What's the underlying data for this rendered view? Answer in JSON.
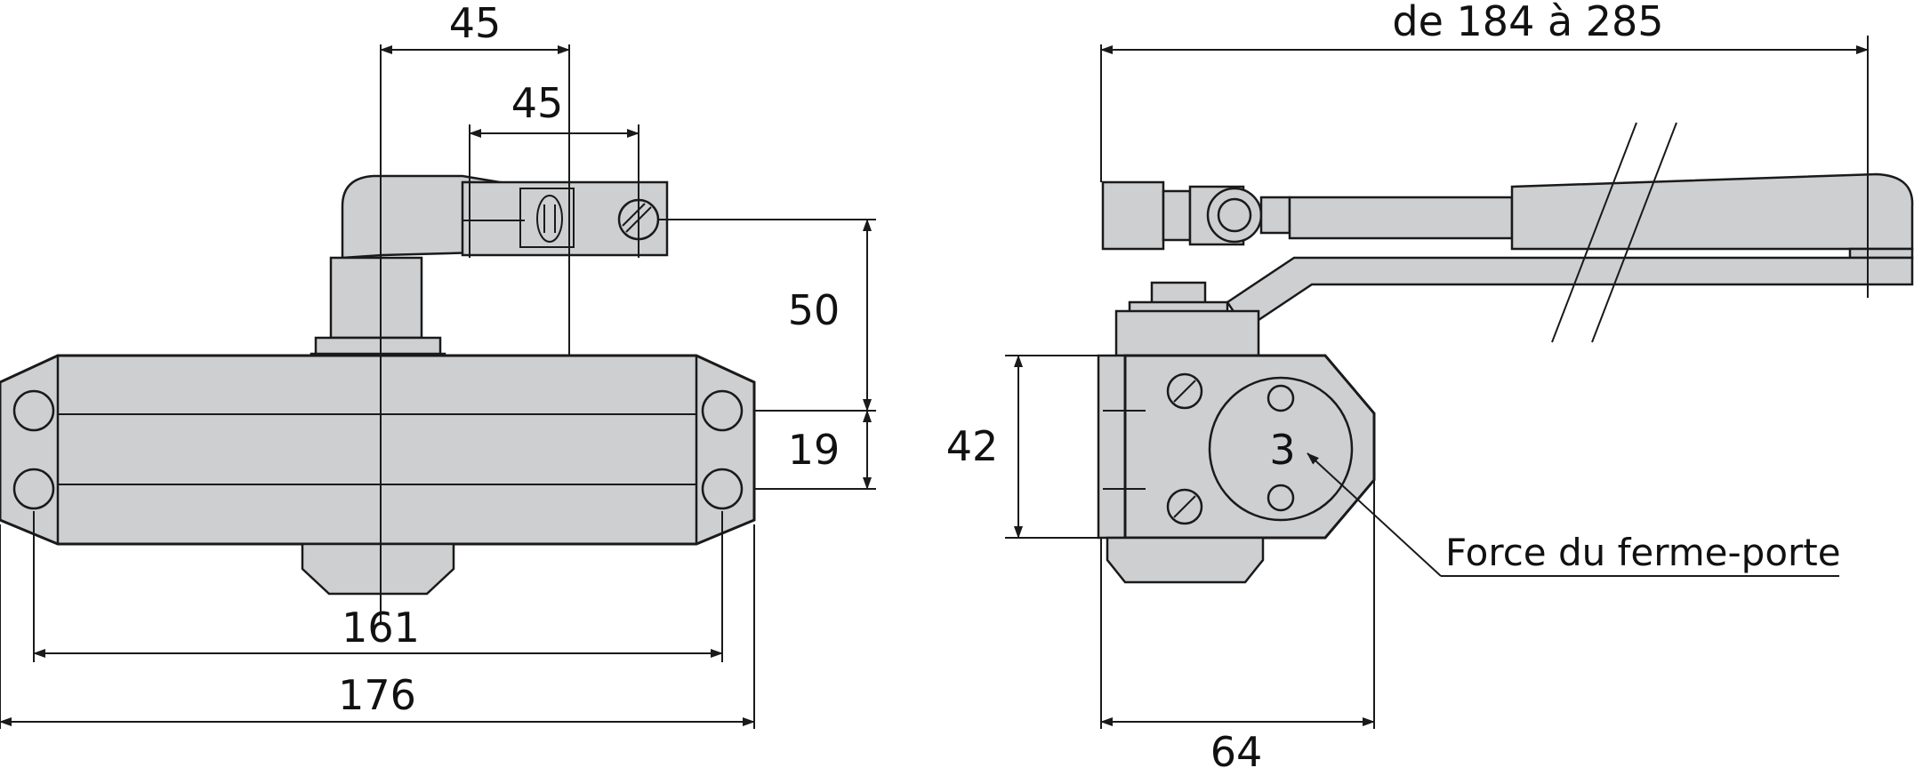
{
  "colors": {
    "body": "#cdcfd1",
    "stroke": "#1a1a1a",
    "background": "#ffffff"
  },
  "front_view": {
    "dim_arm_offset": "45",
    "dim_bracket": "45",
    "dim_height_arm": "50",
    "dim_hole_spacing": "19",
    "dim_hole_span": "161",
    "dim_total_length": "176"
  },
  "side_view": {
    "dim_arm_range": "de 184 à 285",
    "dim_height": "42",
    "dim_depth": "64",
    "force_value": "3",
    "force_label": "Force du ferme-porte"
  }
}
